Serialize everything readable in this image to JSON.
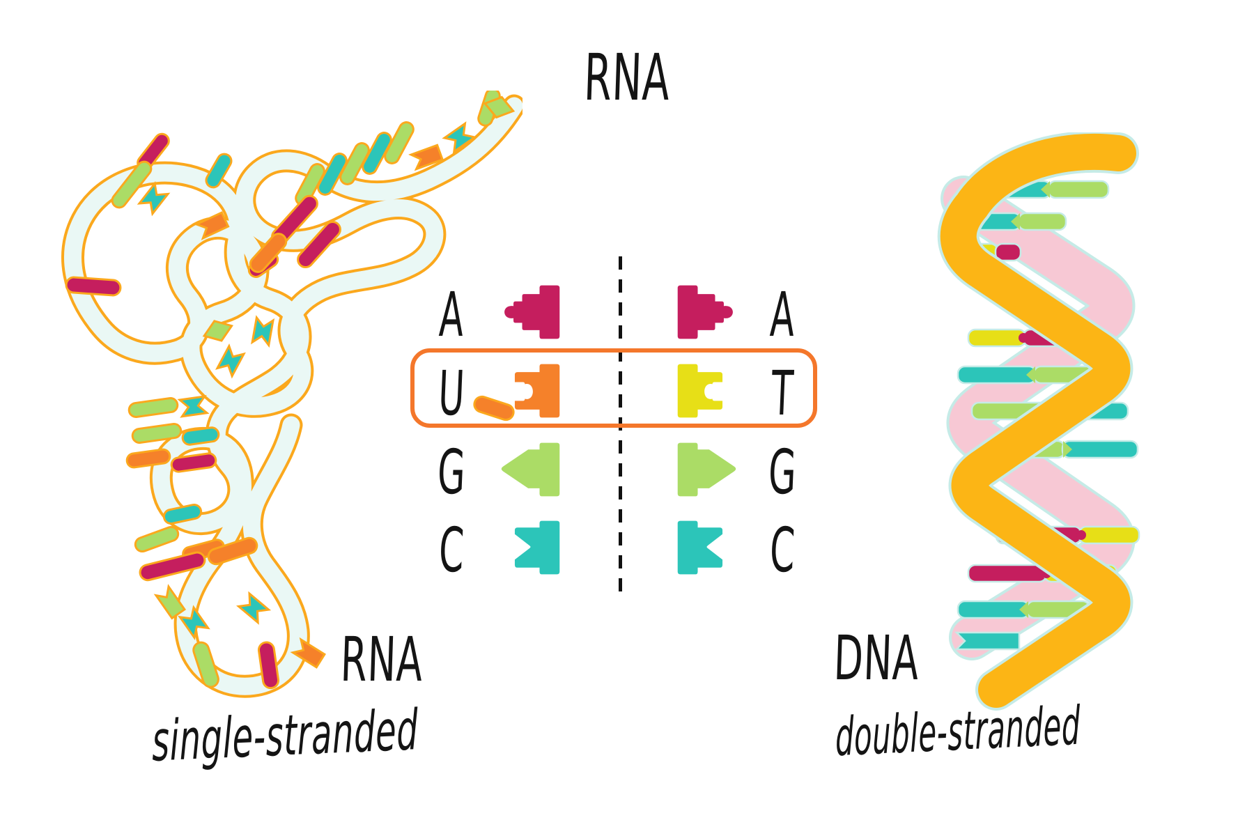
{
  "figure": {
    "top_label": "RNA",
    "left_panel": {
      "molecule": "RNA",
      "strand_type": "single-stranded"
    },
    "right_panel": {
      "molecule": "DNA",
      "strand_type": "double-stranded"
    },
    "base_table": {
      "rna_bases": [
        "A",
        "U",
        "G",
        "C"
      ],
      "dna_bases": [
        "A",
        "T",
        "G",
        "C"
      ],
      "highlighted_rna_base": "U",
      "highlighted_dna_base": "T",
      "highlight_row_index": 1
    }
  },
  "icons": {
    "adenine": "adenine-base-icon",
    "uracil": "uracil-base-icon",
    "thymine": "thymine-base-icon",
    "guanine": "guanine-base-icon",
    "cytosine": "cytosine-base-icon"
  },
  "colors": {
    "adenine": "#c51e5e",
    "uracil": "#f5812a",
    "thymine": "#e7df17",
    "guanine": "#abdc66",
    "cytosine": "#2cc5b9",
    "rna_backbone_outline": "#fba81d",
    "rna_backbone_fill": "#eaf8f5",
    "dna_strand_front": "#fcb515",
    "dna_strand_back": "#f7c8d4",
    "dna_outline": "#c5ebe7",
    "highlight_box": "#f4772b",
    "divider": "#111111",
    "text": "#141414"
  }
}
